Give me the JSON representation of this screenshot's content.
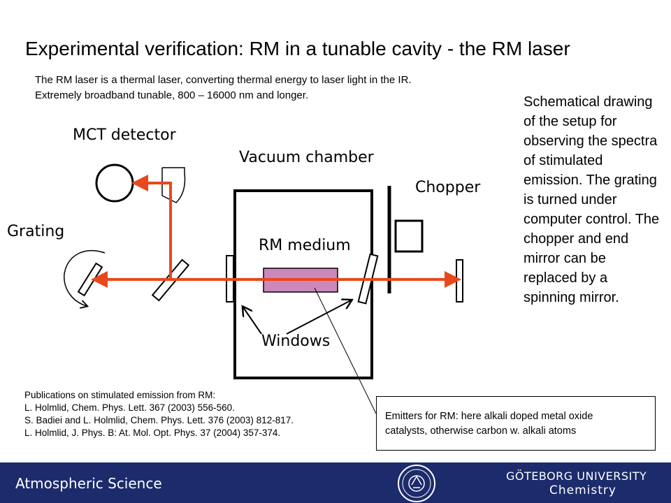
{
  "title": "Experimental verification: RM in a tunable cavity - the RM laser",
  "subtitle_lines": [
    "The RM laser is a thermal laser, converting thermal energy to laser light in the IR.",
    "Extremely broadband tunable, 800 – 16000 nm and longer."
  ],
  "description": "Schematical drawing of the setup for observing the spectra of stimulated emission. The grating is turned under computer control. The chopper and end mirror can be replaced by a spinning mirror.",
  "diagram": {
    "labels": {
      "mct_detector": "MCT detector",
      "vacuum_chamber": "Vacuum chamber",
      "chopper": "Chopper",
      "grating": "Grating",
      "rm_medium": "RM medium",
      "windows": "Windows"
    },
    "colors": {
      "beam": "#e8481c",
      "medium_fill": "#cc88bb"
    }
  },
  "publications": {
    "heading": "Publications on stimulated emission from RM:",
    "items": [
      "L. Holmlid, Chem. Phys. Lett. 367 (2003) 556-560.",
      "S. Badiei and L. Holmlid, Chem. Phys. Lett. 376 (2003) 812-817.",
      "L. Holmlid, J. Phys. B: At. Mol. Opt. Phys. 37 (2004) 357-374."
    ]
  },
  "emitters": {
    "lines": [
      "Emitters for RM: here alkali doped metal oxide",
      "catalysts, otherwise carbon w. alkali atoms"
    ]
  },
  "footer": {
    "left": "Atmospheric Science",
    "university": "GÖTEBORG UNIVERSITY",
    "department": "Chemistry",
    "background": "#1c2b6b"
  }
}
